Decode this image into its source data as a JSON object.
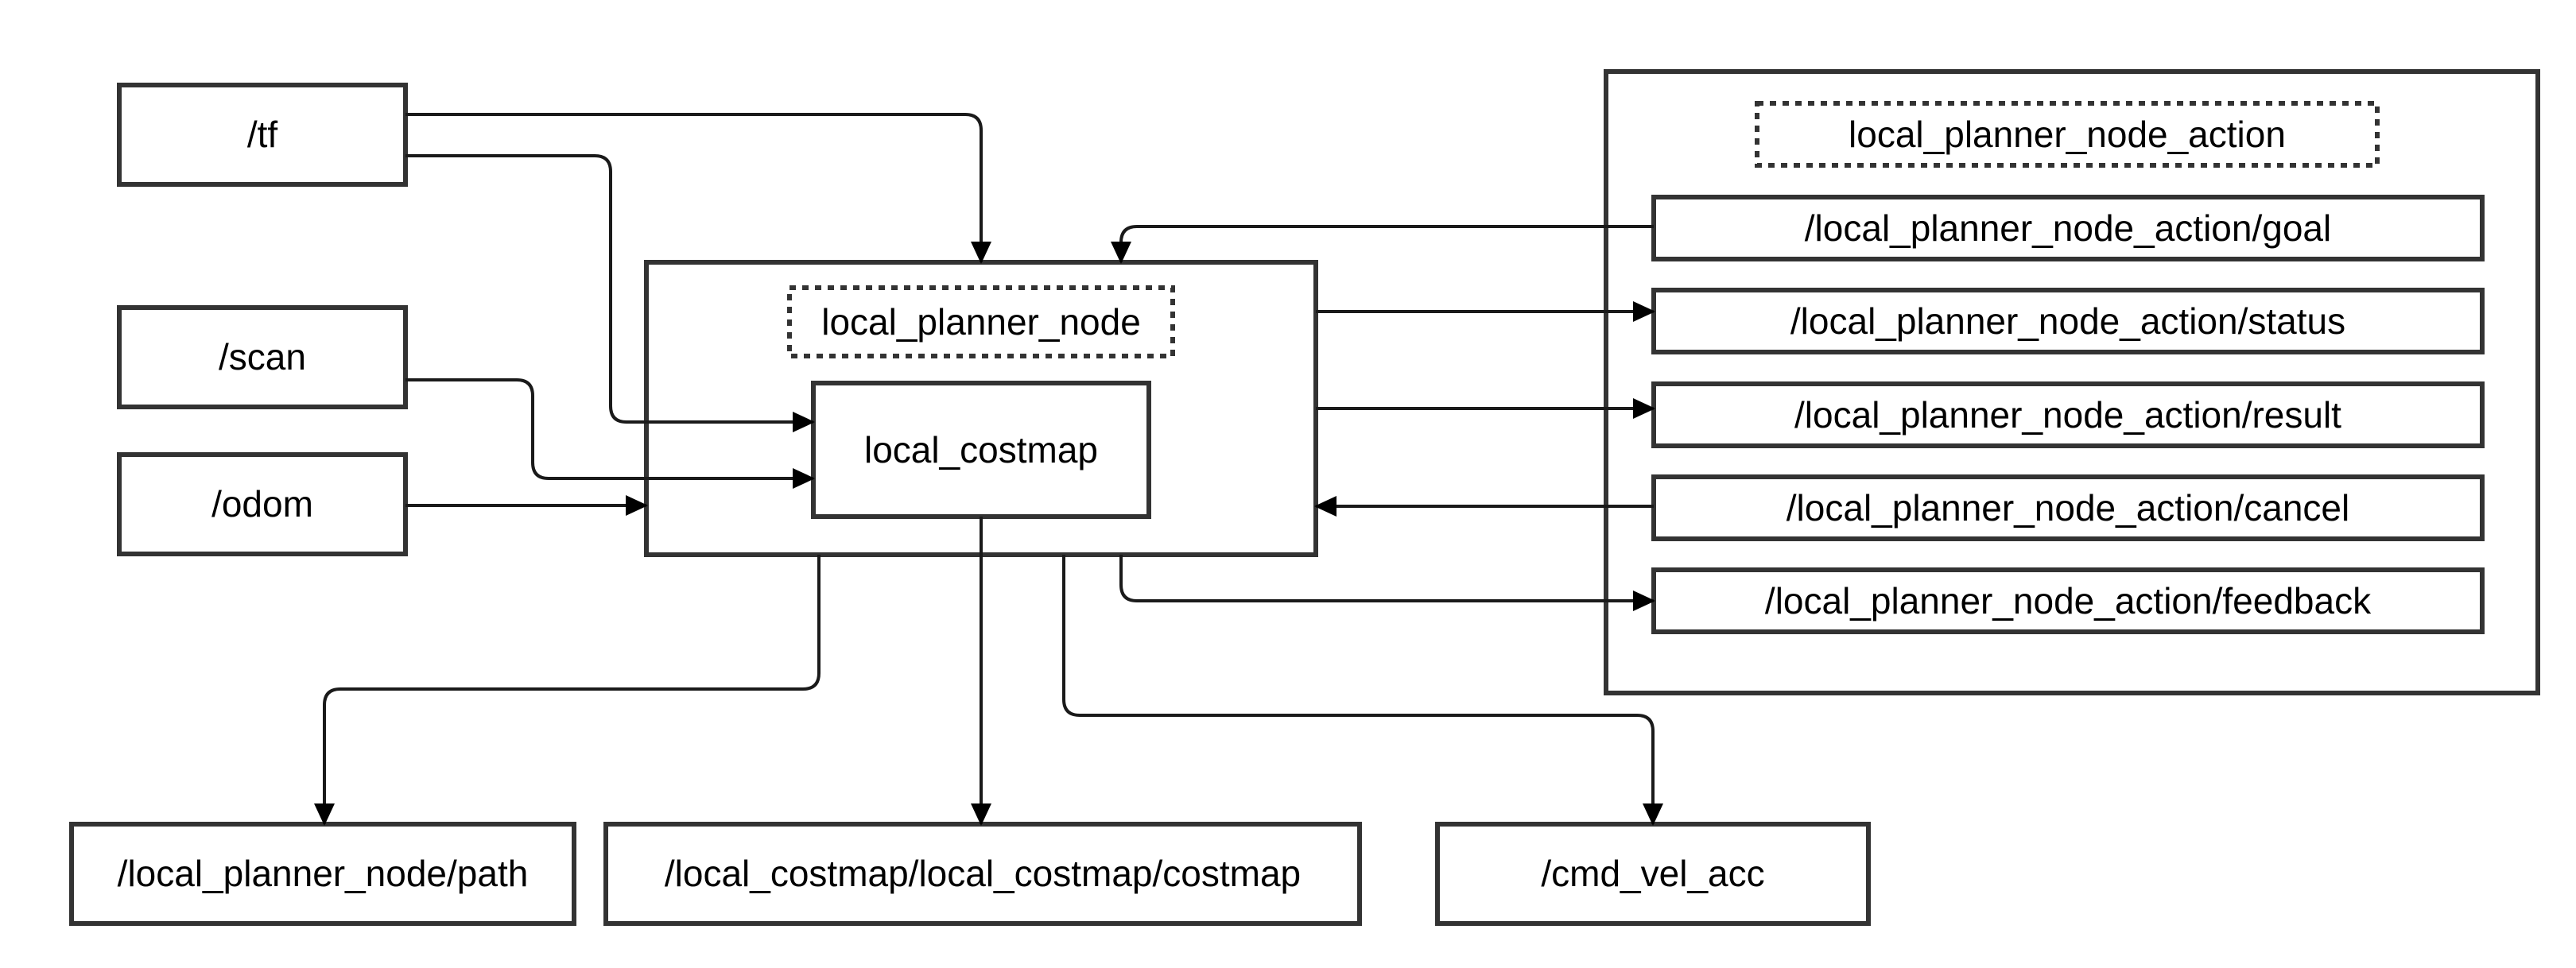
{
  "nodes": {
    "tf": "/tf",
    "scan": "/scan",
    "odom": "/odom",
    "local_planner_node": "local_planner_node",
    "local_costmap": "local_costmap",
    "action_group": "local_planner_node_action",
    "goal": "/local_planner_node_action/goal",
    "status": "/local_planner_node_action/status",
    "result": "/local_planner_node_action/result",
    "cancel": "/local_planner_node_action/cancel",
    "feedback": "/local_planner_node_action/feedback",
    "path": "/local_planner_node/path",
    "costmap": "/local_costmap/local_costmap/costmap",
    "cmd_vel_acc": "/cmd_vel_acc"
  },
  "colors": {
    "stroke": "#333333",
    "edge": "#1a1a1a",
    "text": "#000000",
    "background": "#ffffff"
  }
}
